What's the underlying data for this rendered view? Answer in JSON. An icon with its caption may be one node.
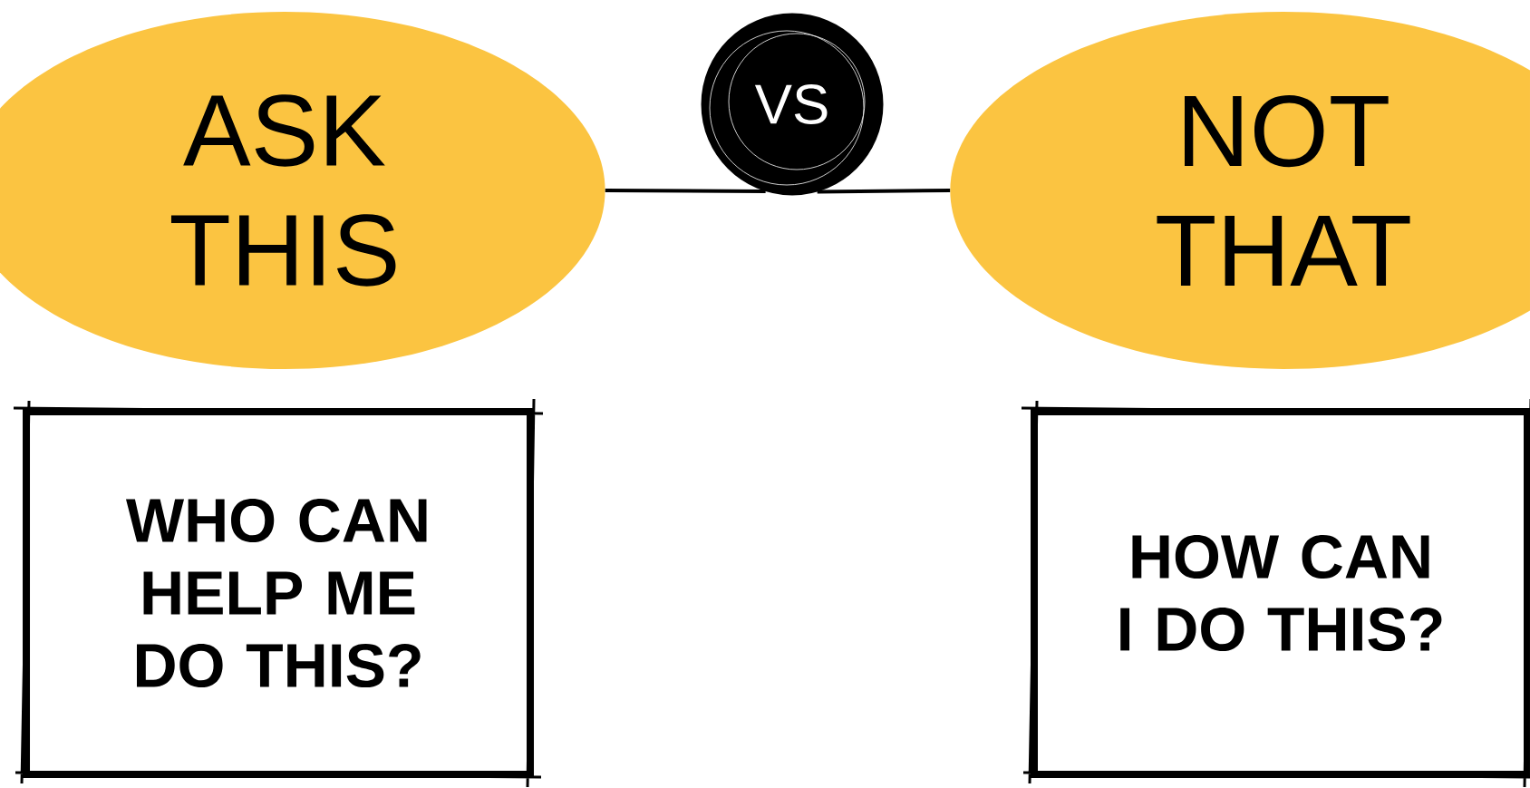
{
  "diagram": {
    "nodes": [
      {
        "text": [
          "ASK THIS"
        ]
      },
      {
        "text": [
          "VS"
        ]
      },
      {
        "text": [
          "NOT THAT"
        ]
      },
      {
        "text": [
          "WHO CAN HELP ME DO THIS?"
        ]
      },
      {
        "text": [
          "HOW CAN I DO THIS?"
        ]
      }
    ],
    "edges": [
      {
        "from": 0,
        "to": 1,
        "arrow": "none"
      },
      {
        "from": 1,
        "to": 2,
        "arrow": "none"
      }
    ]
  }
}
